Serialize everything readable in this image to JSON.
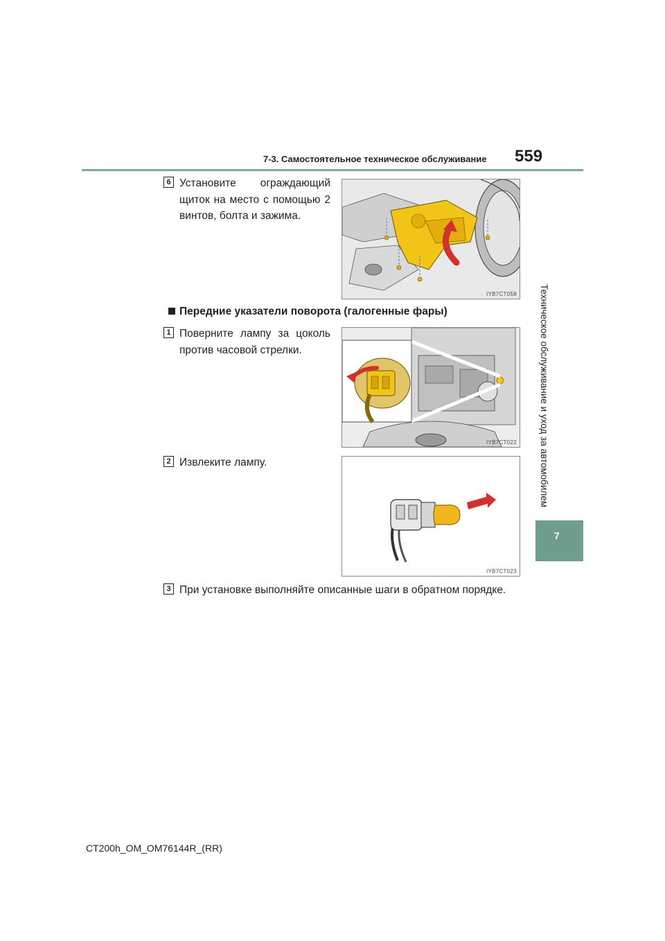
{
  "header": {
    "section_title": "7-3. Самостоятельное техническое обслуживание",
    "page_number": "559"
  },
  "side_tab": {
    "label": "Техническое обслуживание и уход за автомобилем",
    "chapter": "7"
  },
  "steps": [
    {
      "num": "6",
      "text": "Установите ограждающий щиток на место с помощью 2 винтов, болта и зажима.",
      "figure_code": "IYB7CT058"
    },
    {
      "num": "1",
      "text": "Поверните лампу за цоколь против часовой стрелки.",
      "figure_code": "IYB7CT022"
    },
    {
      "num": "2",
      "text": "Извлеките лампу.",
      "figure_code": "IYB7CT023"
    },
    {
      "num": "3",
      "text": "При установке выполняйте описанные шаги в обратном порядке."
    }
  ],
  "heading": "Передние указатели поворота (галогенные фары)",
  "footer": "CT200h_OM_OM76144R_(RR)",
  "colors": {
    "accent_green": "#6f9e8f",
    "bulb_amber": "#f2b51b",
    "arrow_red": "#d2302a"
  }
}
